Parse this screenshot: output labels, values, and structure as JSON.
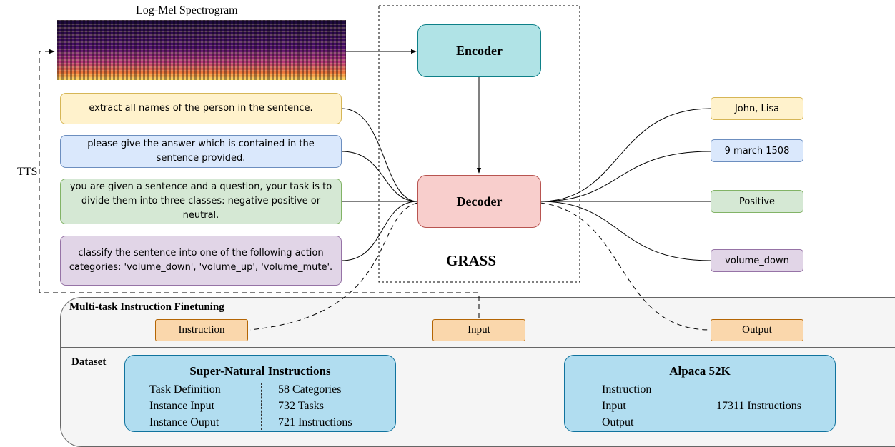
{
  "spectrogram": {
    "title": "Log-Mel Spectrogram"
  },
  "model": {
    "encoder": "Encoder",
    "decoder": "Decoder",
    "name": "GRASS"
  },
  "tts_label": "TTS",
  "instructions": [
    "extract all names of the person in the sentence.",
    "please give the answer which is contained in the sentence provided.",
    "you are given a sentence and a question, your task is to divide them into three classes: negative positive or neutral.",
    "classify the sentence into one of the following action categories: 'volume_down', 'volume_up', 'volume_mute'."
  ],
  "outputs": [
    "John, Lisa",
    "9 march 1508",
    "Positive",
    "volume_down"
  ],
  "finetune": {
    "title": "Multi-task Instruction Finetuning",
    "instruction": "Instruction",
    "input": "Input",
    "output": "Output"
  },
  "dataset": {
    "title": "Dataset",
    "sni": {
      "title": "Super-Natural Instructions",
      "left": [
        "Task Definition",
        "Instance Input",
        "Instance Ouput"
      ],
      "right": [
        "58 Categories",
        "732 Tasks",
        "721 Instructions"
      ]
    },
    "alpaca": {
      "title": "Alpaca 52K",
      "left": [
        "Instruction",
        "Input",
        "Output"
      ],
      "right": "17311 Instructions"
    }
  },
  "colors": {
    "encoder": "#b0e3e6",
    "decoder": "#f8cecc",
    "yellow": "#fff2cc",
    "blue": "#dae8fc",
    "green": "#d5e8d4",
    "purple": "#e1d5e7",
    "orange": "#fad7ac",
    "dataset": "#b1ddf0"
  }
}
